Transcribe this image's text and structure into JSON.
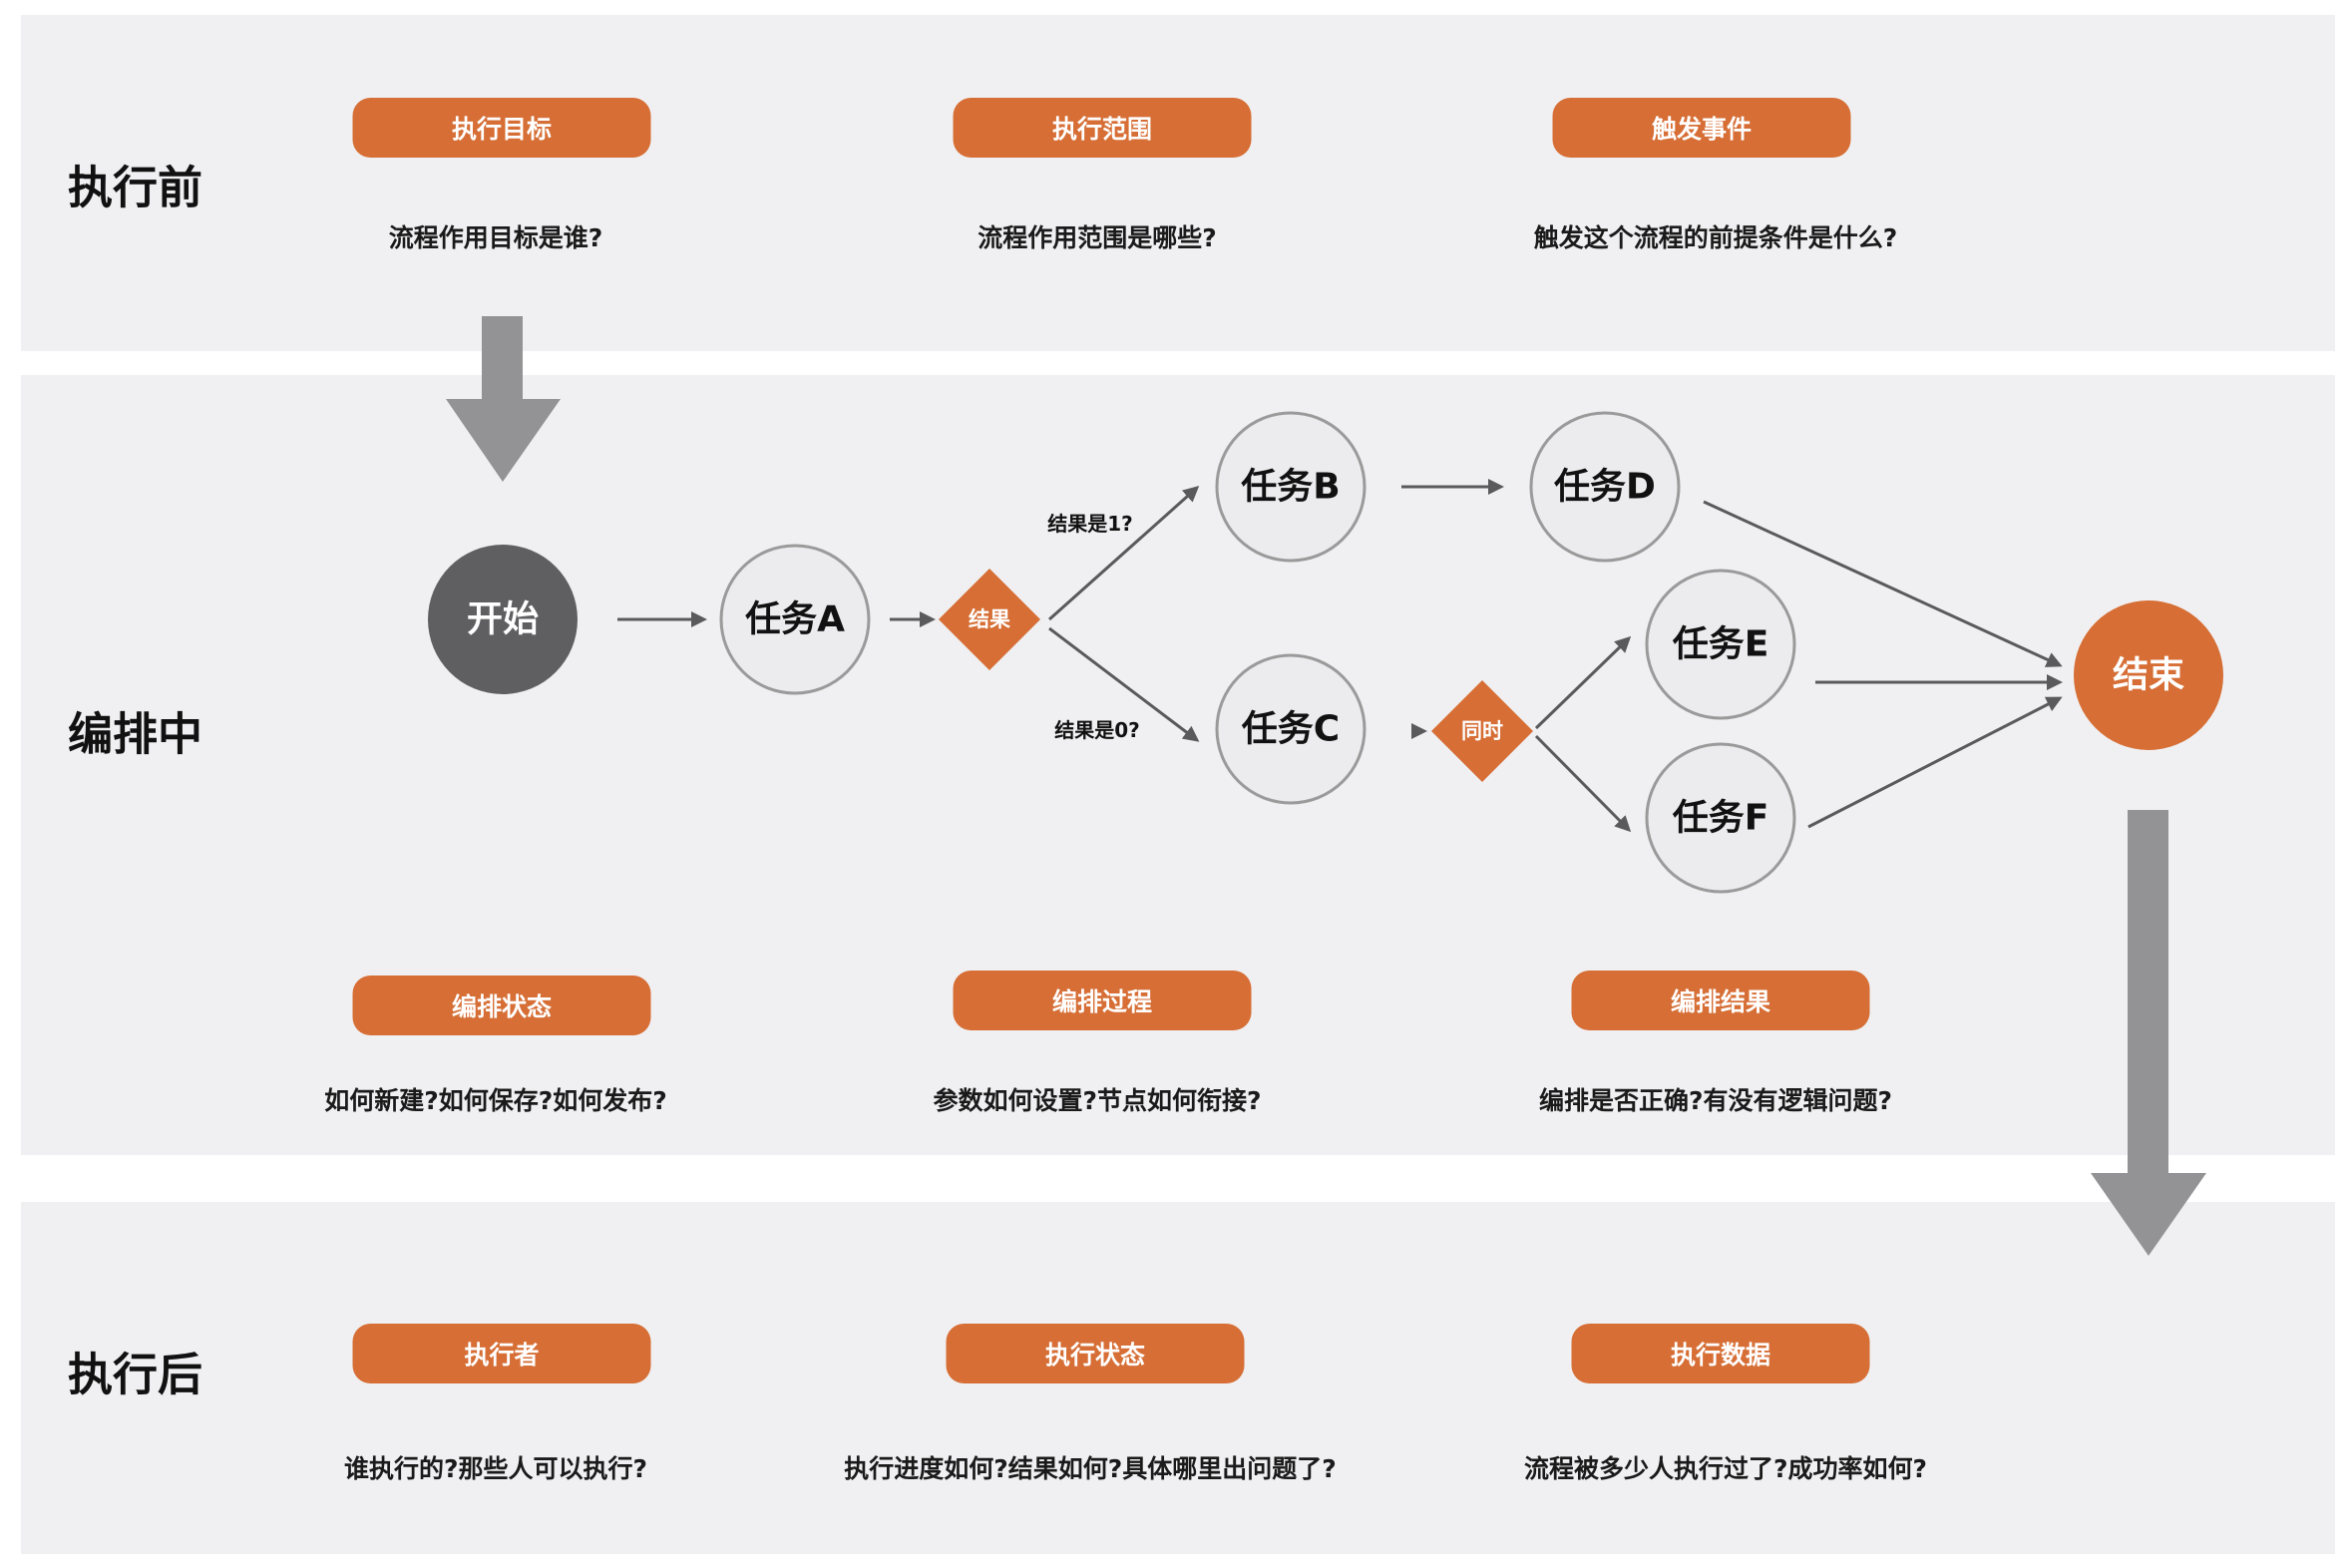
{
  "colors": {
    "accent": "#d66e35",
    "start": "#5f5f62",
    "task_fill": "#ececee",
    "task_stroke": "#9a9a9a",
    "arrow": "#5a5a5c",
    "big_arrow": "#939395",
    "band": "#f0f0f2"
  },
  "stages": [
    {
      "label": "执行前",
      "items": [
        {
          "title": "执行目标",
          "question": "流程作用目标是谁?"
        },
        {
          "title": "执行范围",
          "question": "流程作用范围是哪些?"
        },
        {
          "title": "触发事件",
          "question": "触发这个流程的前提条件是什么?"
        }
      ]
    },
    {
      "label": "编排中",
      "items": [
        {
          "title": "编排状态",
          "question": "如何新建?如何保存?如何发布?"
        },
        {
          "title": "编排过程",
          "question": "参数如何设置?节点如何衔接?"
        },
        {
          "title": "编排结果",
          "question": "编排是否正确?有没有逻辑问题?"
        }
      ]
    },
    {
      "label": "执行后",
      "items": [
        {
          "title": "执行者",
          "question": "谁执行的?那些人可以执行?"
        },
        {
          "title": "执行状态",
          "question": "执行进度如何?结果如何?具体哪里出问题了?"
        },
        {
          "title": "执行数据",
          "question": "流程被多少人执行过了?成功率如何?"
        }
      ]
    }
  ],
  "flow": {
    "nodes": {
      "start": "开始",
      "task_a": "任务A",
      "decision": "结果",
      "task_b": "任务B",
      "task_c": "任务C",
      "parallel": "同时",
      "task_d": "任务D",
      "task_e": "任务E",
      "task_f": "任务F",
      "end": "结束"
    },
    "edge_labels": {
      "result_1": "结果是1?",
      "result_0": "结果是0?"
    }
  }
}
